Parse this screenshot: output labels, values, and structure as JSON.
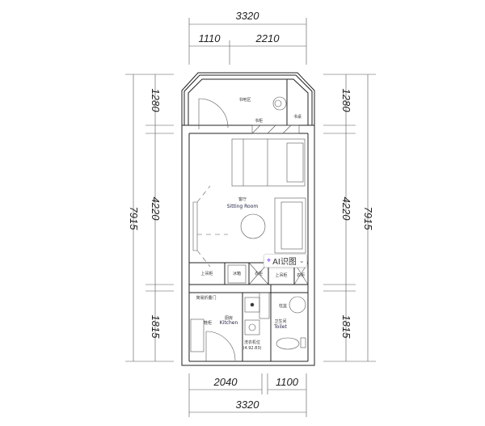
{
  "dimensions": {
    "top_total": "3320",
    "top_left": "1110",
    "top_right": "2210",
    "bottom_left": "2040",
    "bottom_right": "1100",
    "bottom_total": "3320",
    "left_total": "7915",
    "left_top": "1280",
    "left_mid": "4220",
    "left_bottom": "1815",
    "right_total": "7915",
    "right_top": "1280",
    "right_mid": "4220",
    "right_bottom": "1815"
  },
  "rooms": {
    "study": "书吧区",
    "bookcase": "书柜",
    "desk": "书桌",
    "sitting_cn": "客厅",
    "sitting_en": "Sitting Room",
    "upper_cab1": "上吊柜",
    "fridge": "冰箱",
    "wardrobe1": "衣柜",
    "upper_cab2": "上吊柜",
    "wardrobe2": "衣柜",
    "fold_door": "简易折叠门",
    "kitchen_cn": "厨房",
    "kitchen_en": "Kitchen",
    "shoe_cab": "鞋柜",
    "washer": "洗衣机位",
    "washer_note": "(4.92.83)",
    "basin": "柱盆",
    "toilet_cn": "卫生间",
    "toilet_en": "Toilet"
  },
  "ai_button": {
    "label": "AI识图",
    "icon": "ai-scan-icon"
  }
}
